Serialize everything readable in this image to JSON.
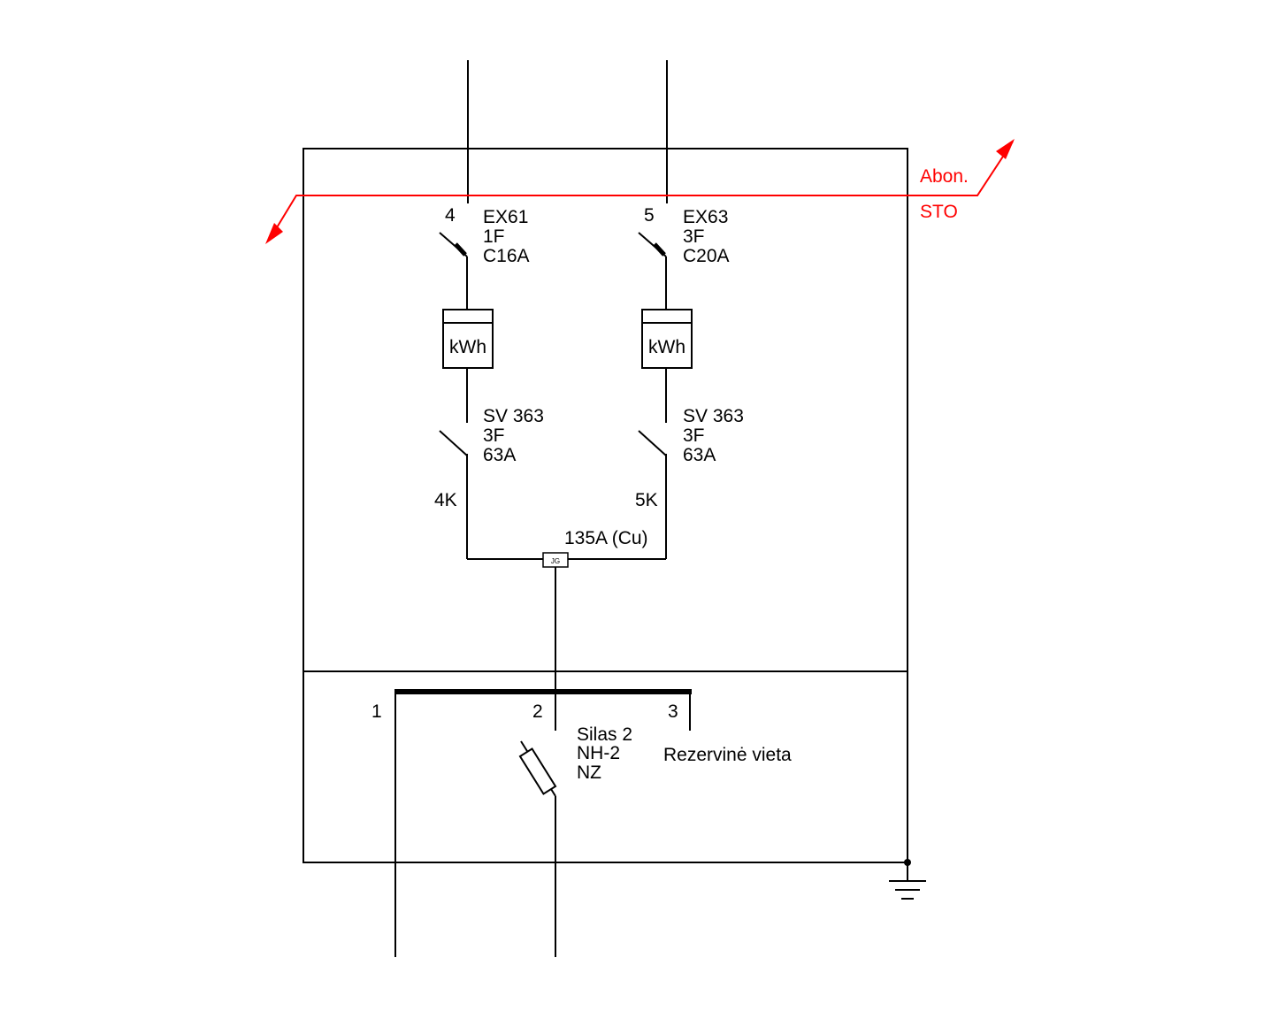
{
  "boundary": {
    "upper_label": "Abon.",
    "lower_label": "STO",
    "color": "#ff0000"
  },
  "feeders": [
    {
      "number": "4",
      "breaker": {
        "type": "EX61",
        "phases": "1F",
        "rating": "C16A"
      },
      "meter": {
        "label": "kWh"
      },
      "switch": {
        "type": "SV 363",
        "phases": "3F",
        "rating": "63A"
      },
      "cable": "4K"
    },
    {
      "number": "5",
      "breaker": {
        "type": "EX63",
        "phases": "3F",
        "rating": "C20A"
      },
      "meter": {
        "label": "kWh"
      },
      "switch": {
        "type": "SV 363",
        "phases": "3F",
        "rating": "63A"
      },
      "cable": "5K"
    }
  ],
  "connection": {
    "rating": "135A (Cu)",
    "box_label": "JG"
  },
  "busbar": {
    "positions": [
      {
        "number": "1"
      },
      {
        "number": "2",
        "fuse": {
          "name": "Silas 2",
          "type": "NH-2",
          "code": "NZ"
        }
      },
      {
        "number": "3",
        "note": "Rezervinė vieta"
      }
    ]
  },
  "ground": {
    "icon": "ground-icon"
  }
}
